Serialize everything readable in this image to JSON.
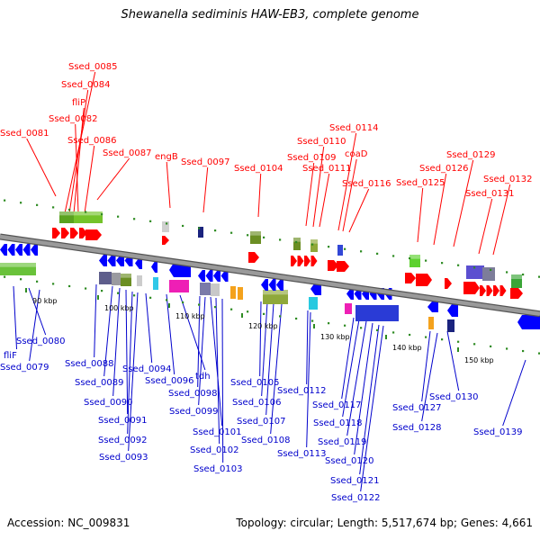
{
  "header": {
    "title": "Shewanella sediminis HAW-EB3, complete genome"
  },
  "footer": {
    "accession": "Accession: NC_009831",
    "summary": "Topology: circular; Length: 5,517,674 bp; Genes: 4,661"
  },
  "colors": {
    "forward_label": "#ff0000",
    "reverse_label": "#0000cc",
    "forward_gene": "#ff0000",
    "reverse_gene": "#0000ff",
    "backbone": "#808080",
    "tick": "#2e8b22"
  },
  "axis": {
    "ticks": [
      "90 kbp",
      "100 kbp",
      "110 kbp",
      "120 kbp",
      "130 kbp",
      "140 kbp",
      "150 kbp"
    ]
  },
  "labels": {
    "forward": [
      "Ssed_0085",
      "Ssed_0084",
      "fliP",
      "Ssed_0082",
      "Ssed_0081",
      "Ssed_0086",
      "Ssed_0087",
      "engB",
      "Ssed_0097",
      "Ssed_0104",
      "Ssed_0110",
      "Ssed_0109",
      "Ssed_0111",
      "Ssed_0114",
      "coaD",
      "Ssed_0116",
      "Ssed_0125",
      "Ssed_0126",
      "Ssed_0129",
      "Ssed_0131",
      "Ssed_0132"
    ],
    "reverse": [
      "fliF",
      "Ssed_0080",
      "Ssed_0079",
      "Ssed_0088",
      "Ssed_0089",
      "Ssed_0090",
      "Ssed_0091",
      "Ssed_0092",
      "Ssed_0093",
      "Ssed_0094",
      "Ssed_0096",
      "tdh",
      "Ssed_0098",
      "Ssed_0099",
      "Ssed_0101",
      "Ssed_0102",
      "Ssed_0103",
      "Ssed_0105",
      "Ssed_0106",
      "Ssed_0107",
      "Ssed_0108",
      "Ssed_0112",
      "Ssed_0113",
      "Ssed_0117",
      "Ssed_0118",
      "Ssed_0119",
      "Ssed_0120",
      "Ssed_0121",
      "Ssed_0122",
      "Ssed_0127",
      "Ssed_0128",
      "Ssed_0130",
      "Ssed_0139"
    ]
  }
}
